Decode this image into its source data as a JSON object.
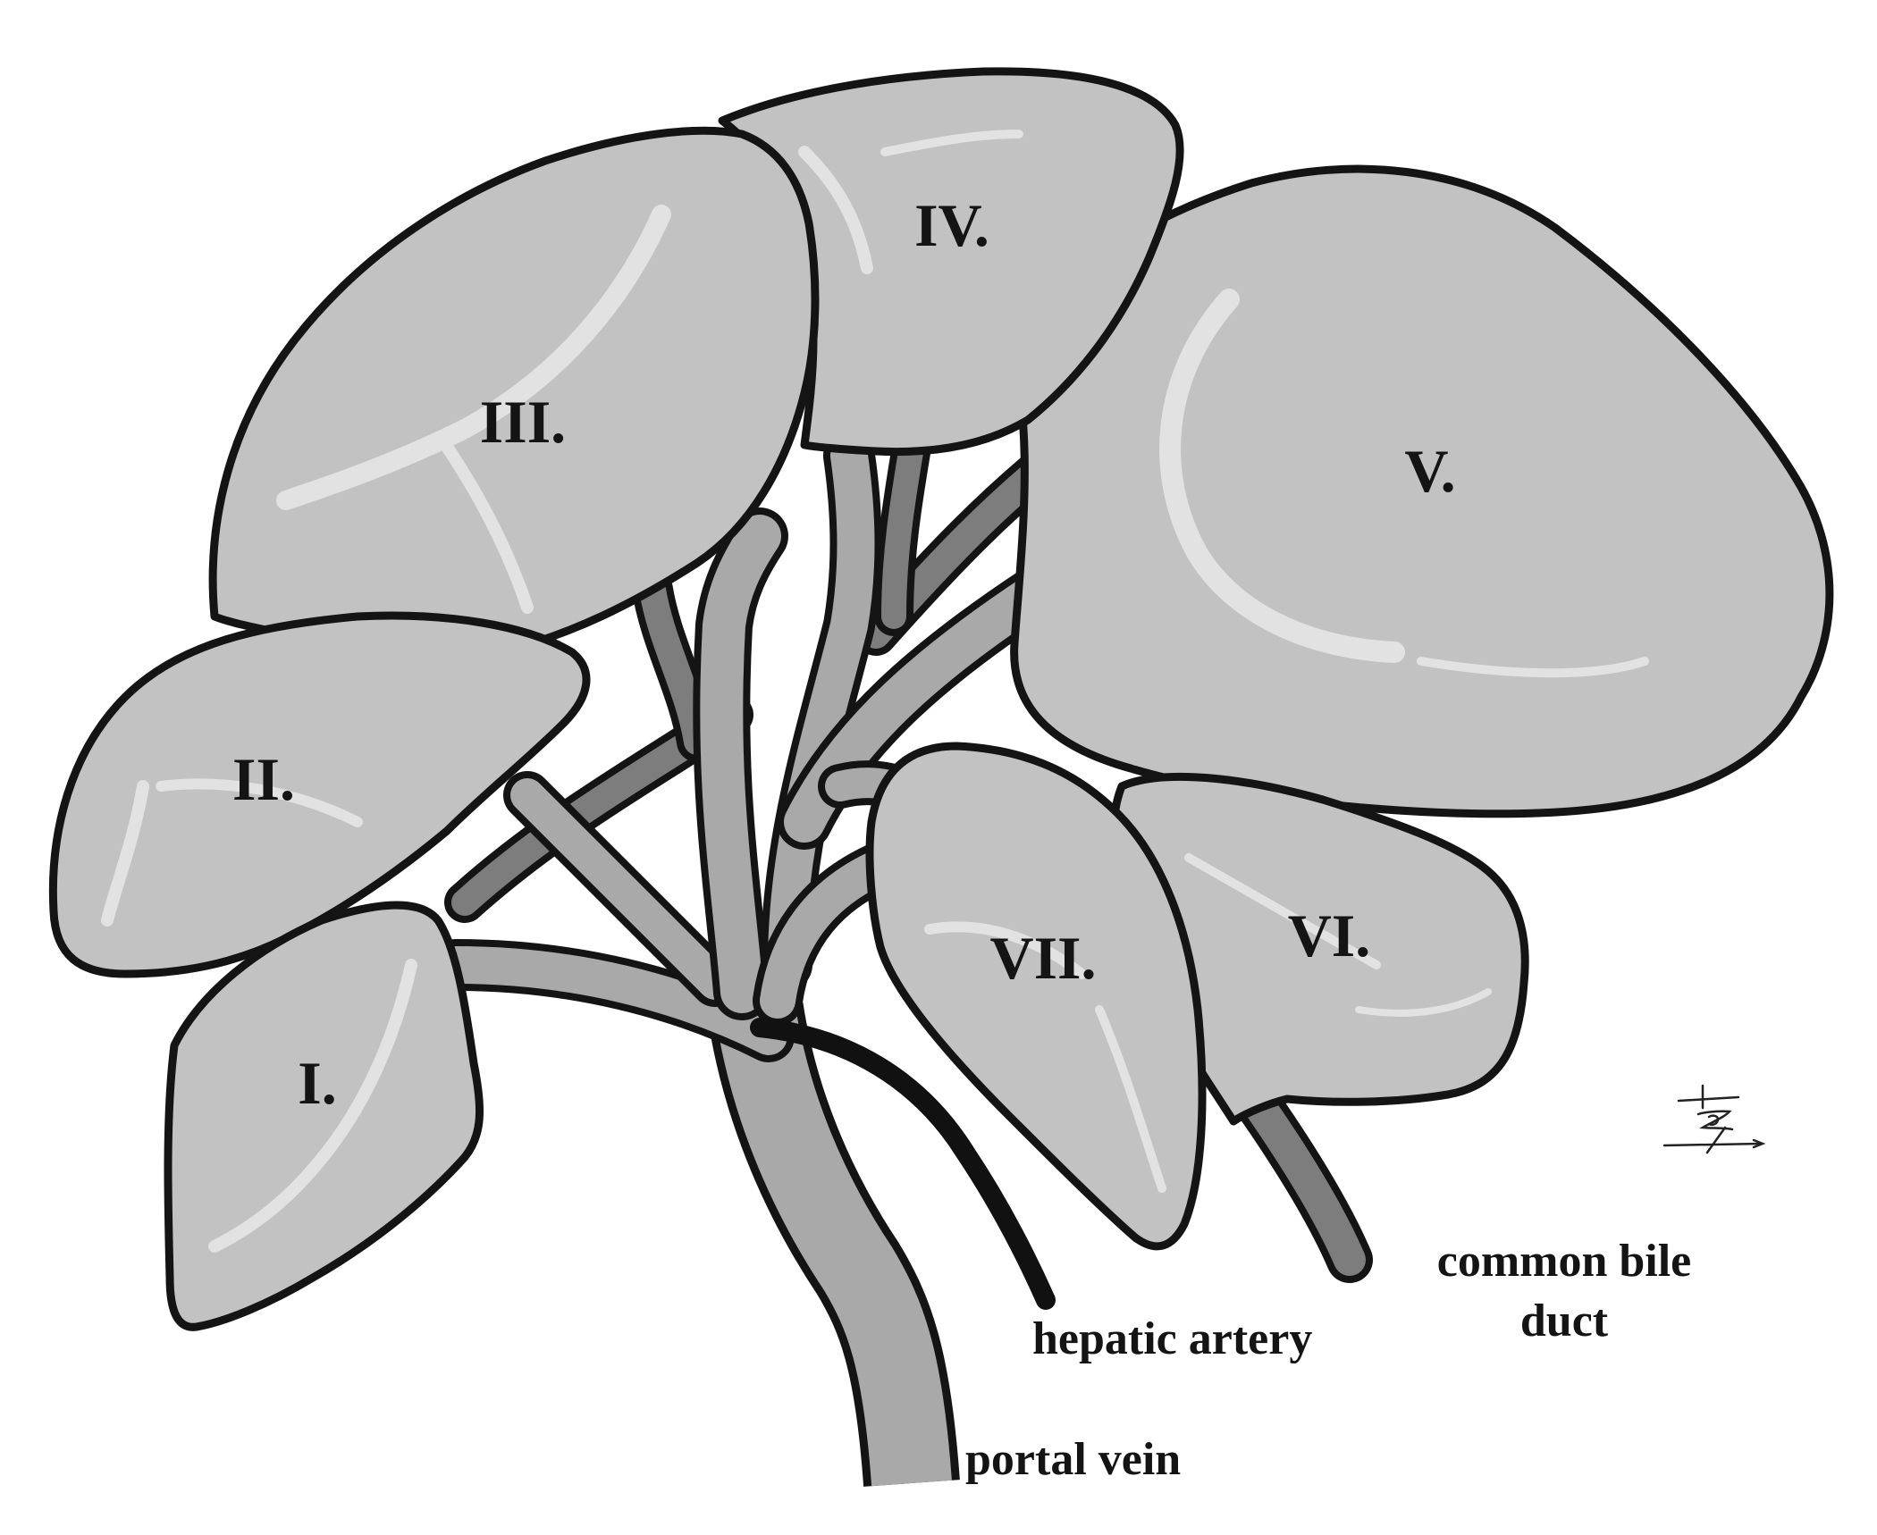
{
  "lobes": [
    {
      "id": "I",
      "label": "I."
    },
    {
      "id": "II",
      "label": "II."
    },
    {
      "id": "III",
      "label": "III."
    },
    {
      "id": "IV",
      "label": "IV."
    },
    {
      "id": "V",
      "label": "V."
    },
    {
      "id": "VI",
      "label": "VI."
    },
    {
      "id": "VII",
      "label": "VII."
    }
  ],
  "vessels": {
    "hepatic_artery": "hepatic artery",
    "portal_vein": "portal vein",
    "common_bile_duct_line1": "common bile",
    "common_bile_duct_line2": "duct"
  },
  "colors": {
    "lobe_fill": "#c2c2c2",
    "portal_vein": "#a9a9a9",
    "bile_duct": "#7d7d7d",
    "hepatic_artery": "#111111",
    "outline": "#141414",
    "highlight": "#e2e2e2",
    "background": "#ffffff"
  }
}
